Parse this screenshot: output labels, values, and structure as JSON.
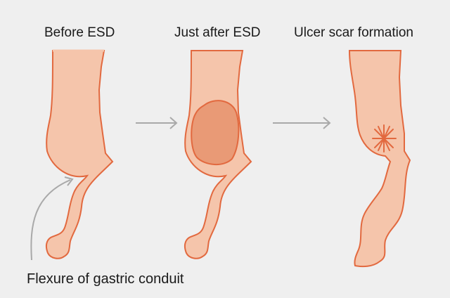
{
  "labels": {
    "before": "Before ESD",
    "after": "Just after ESD",
    "ulcer": "Ulcer scar formation",
    "flexure": "Flexure of gastric conduit"
  },
  "colors": {
    "background": "#efefef",
    "tissue_fill": "#f5c5ab",
    "tissue_outline": "#e2693f",
    "lesion_fill": "#e99a76",
    "arrow": "#a9a9a9",
    "text": "#1a1a1a"
  }
}
